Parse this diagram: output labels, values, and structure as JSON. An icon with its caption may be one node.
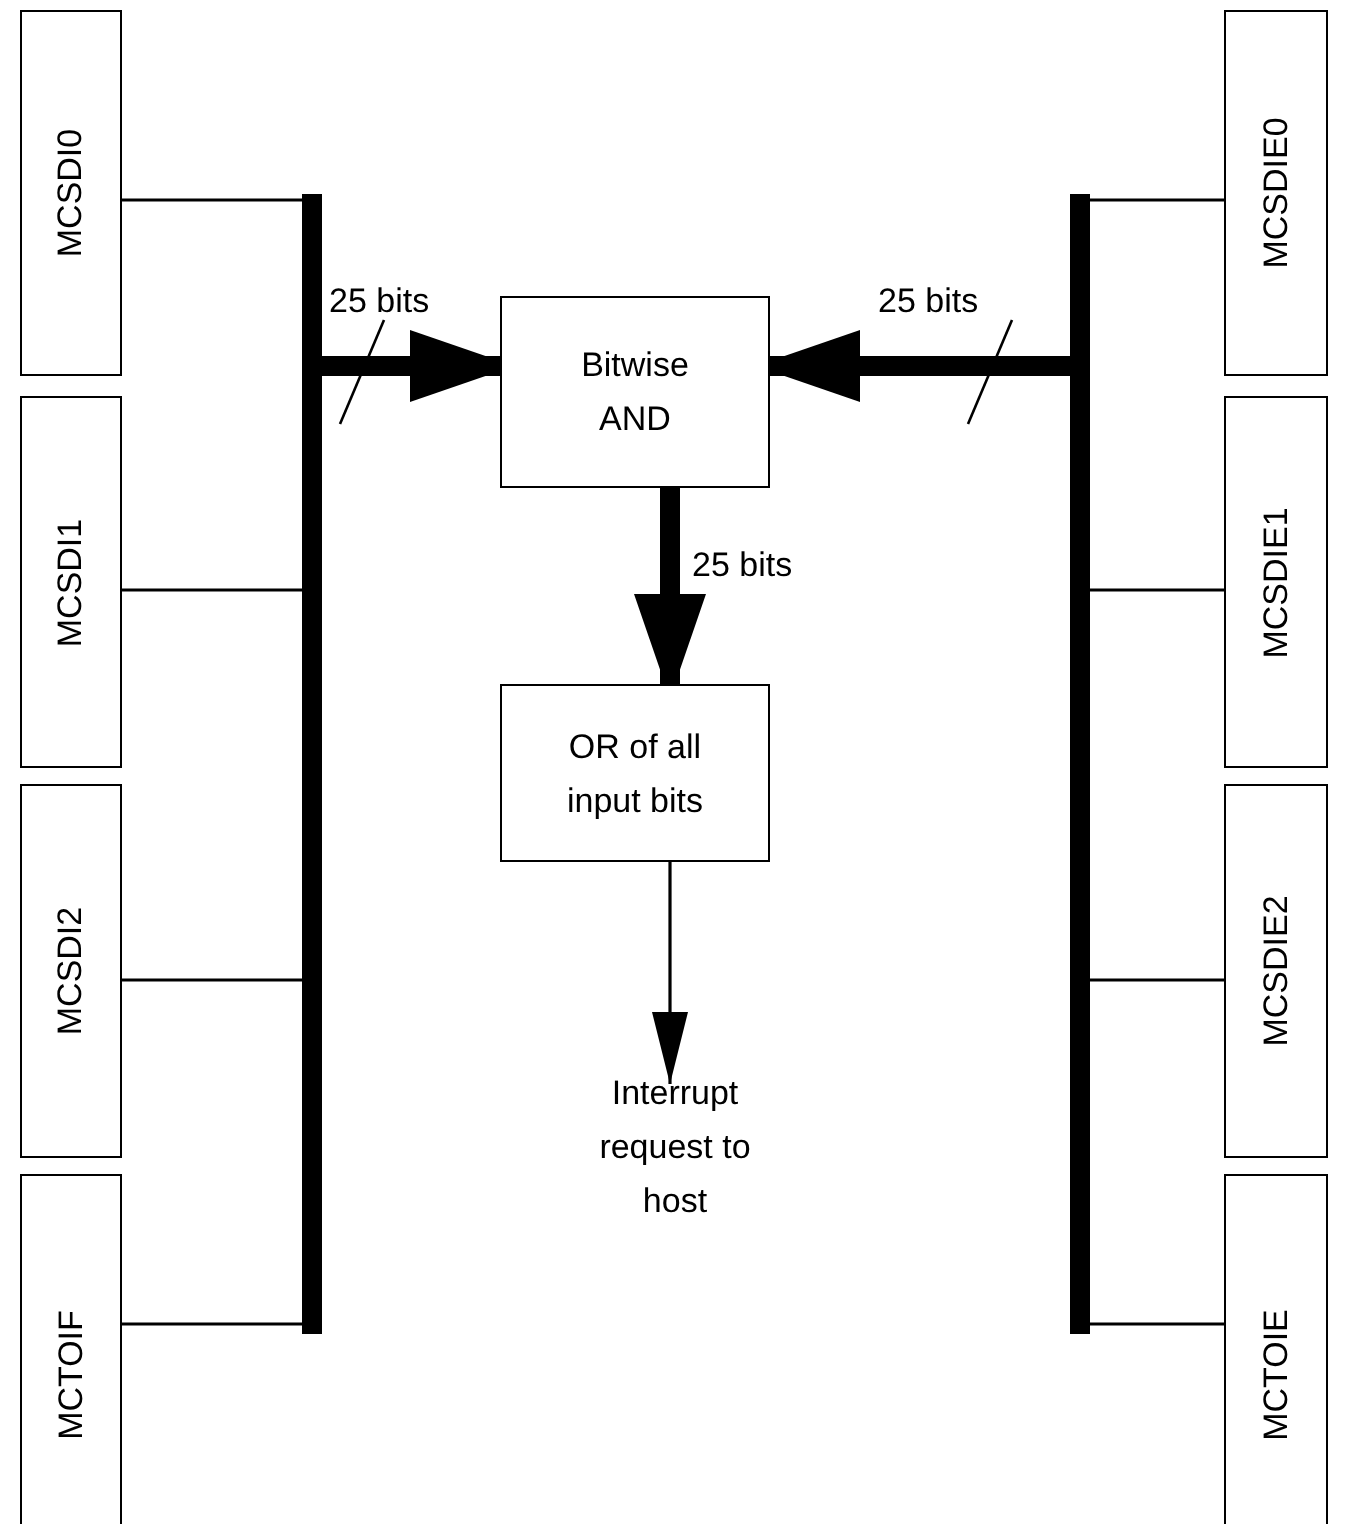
{
  "diagram": {
    "nodes": [
      {
        "text": [
          "MCSDI0"
        ]
      },
      {
        "text": [
          "MCSDI1"
        ]
      },
      {
        "text": [
          "MCSDI2"
        ]
      },
      {
        "text": [
          "MCTOIF"
        ]
      },
      {
        "text": [],
        "shape": "bar"
      },
      {
        "text": [
          "Bitwise AND"
        ]
      },
      {
        "text": [
          "OR of all input bits"
        ]
      },
      {
        "text": [
          "Interrupt request to host"
        ]
      },
      {
        "text": [],
        "shape": "bar"
      },
      {
        "text": [
          "MCSDIE0"
        ]
      },
      {
        "text": [
          "MCSDIE1"
        ]
      },
      {
        "text": [
          "MCSDIE2"
        ]
      },
      {
        "text": [
          "MCTOIE"
        ]
      }
    ],
    "edges": [
      {
        "from": 0,
        "to": 4,
        "arrow": "none"
      },
      {
        "from": 1,
        "to": 4,
        "arrow": "none"
      },
      {
        "from": 2,
        "to": 4,
        "arrow": "none"
      },
      {
        "from": 3,
        "to": 4,
        "arrow": "none"
      },
      {
        "from": 9,
        "to": 8,
        "arrow": "none"
      },
      {
        "from": 10,
        "to": 8,
        "arrow": "none"
      },
      {
        "from": 11,
        "to": 8,
        "arrow": "none"
      },
      {
        "from": 12,
        "to": 8,
        "arrow": "none"
      },
      {
        "from": 4,
        "to": 5,
        "arrow": "to",
        "label": "25 bits",
        "style": "thick"
      },
      {
        "from": 8,
        "to": 5,
        "arrow": "to",
        "label": "25 bits",
        "style": "thick"
      },
      {
        "from": 5,
        "to": 6,
        "arrow": "to",
        "label": "25 bits",
        "style": "thick"
      },
      {
        "from": 6,
        "to": 7,
        "arrow": "to"
      }
    ]
  }
}
